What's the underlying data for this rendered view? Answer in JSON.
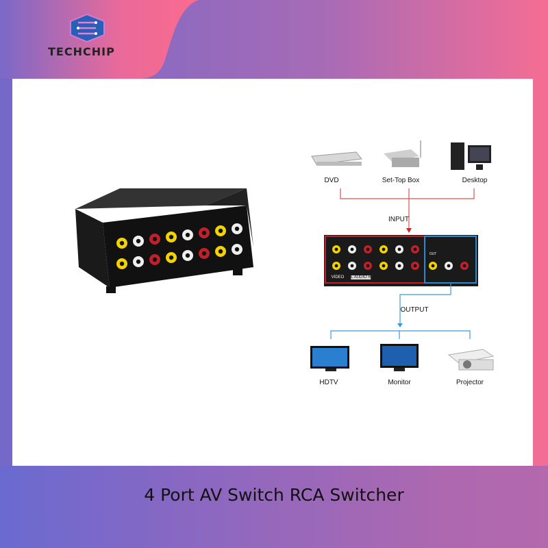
{
  "brand": {
    "name": "TECHCHIP",
    "logo_icon": "chip-hexagon-icon"
  },
  "title": "4 Port AV Switch RCA Switcher",
  "diagram": {
    "inputs": [
      "DVD",
      "Set-Top Box",
      "Desktop"
    ],
    "input_label": "INPUT",
    "output_label": "OUTPUT",
    "outputs": [
      "HDTV",
      "Monitor",
      "Projector"
    ],
    "port_labels": {
      "video": "VIDEO",
      "audio": "L AUDIO R",
      "out": "OUT"
    }
  },
  "colors": {
    "input_line": "#d9534f",
    "output_line": "#3a9bd9",
    "accent": "#f56d94"
  }
}
